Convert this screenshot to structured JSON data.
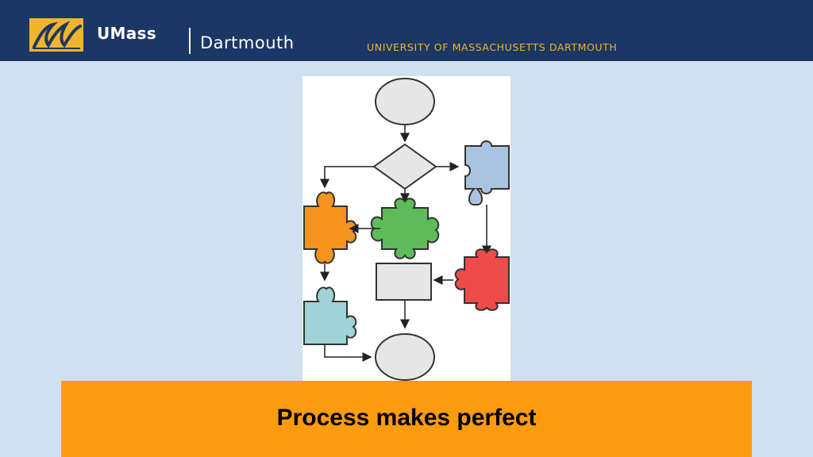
{
  "header": {
    "brand_umass": "UMass",
    "brand_dartmouth": "Dartmouth",
    "university_name": "UNIVERSITY OF MASSACHUSETTS DARTMOUTH",
    "colors": {
      "bar": "#1b3765",
      "gold": "#f0b52a",
      "text": "#ffffff"
    }
  },
  "diagram": {
    "description_icons": [
      "start-oval",
      "decision-diamond",
      "puzzle-blue",
      "puzzle-orange",
      "puzzle-green",
      "process-rect",
      "puzzle-red",
      "puzzle-teal",
      "end-oval"
    ],
    "colors": {
      "orange": "#f7941d",
      "green": "#5dbb5a",
      "blue": "#a9c4e0",
      "red": "#ef4b4b",
      "teal": "#9fd3d6",
      "shape_fill": "#e6e6e6",
      "stroke": "#333333"
    }
  },
  "footer": {
    "title": "Process makes perfect",
    "color": "#fa9b10"
  }
}
